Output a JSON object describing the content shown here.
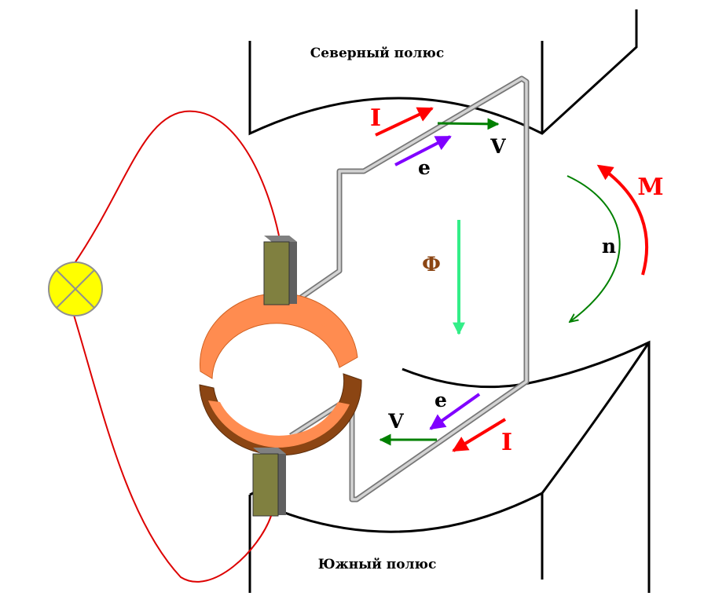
{
  "labels": {
    "north_pole": "Северный полюс",
    "south_pole": "Южный полюс",
    "current_top": "I",
    "current_bottom": "I",
    "velocity_top": "V",
    "velocity_bottom": "V",
    "emf_top": "e",
    "emf_bottom": "e",
    "flux": "Ф",
    "speed": "n",
    "torque": "M"
  },
  "colors": {
    "current": "#ff0000",
    "velocity": "#008000",
    "emf": "#8000ff",
    "flux_arrow": "#33ee88",
    "flux_label": "#8b4513",
    "wire": "#dd0000",
    "lamp": "#ffff00",
    "brush": "#808040",
    "commutator_light": "#ff8c50",
    "commutator_dark": "#8b4513",
    "coil": "#a9a9a9",
    "magnet": "#000000"
  },
  "icons": {
    "lamp": "lamp-icon",
    "brush": "brush-icon",
    "commutator": "commutator-icon"
  }
}
